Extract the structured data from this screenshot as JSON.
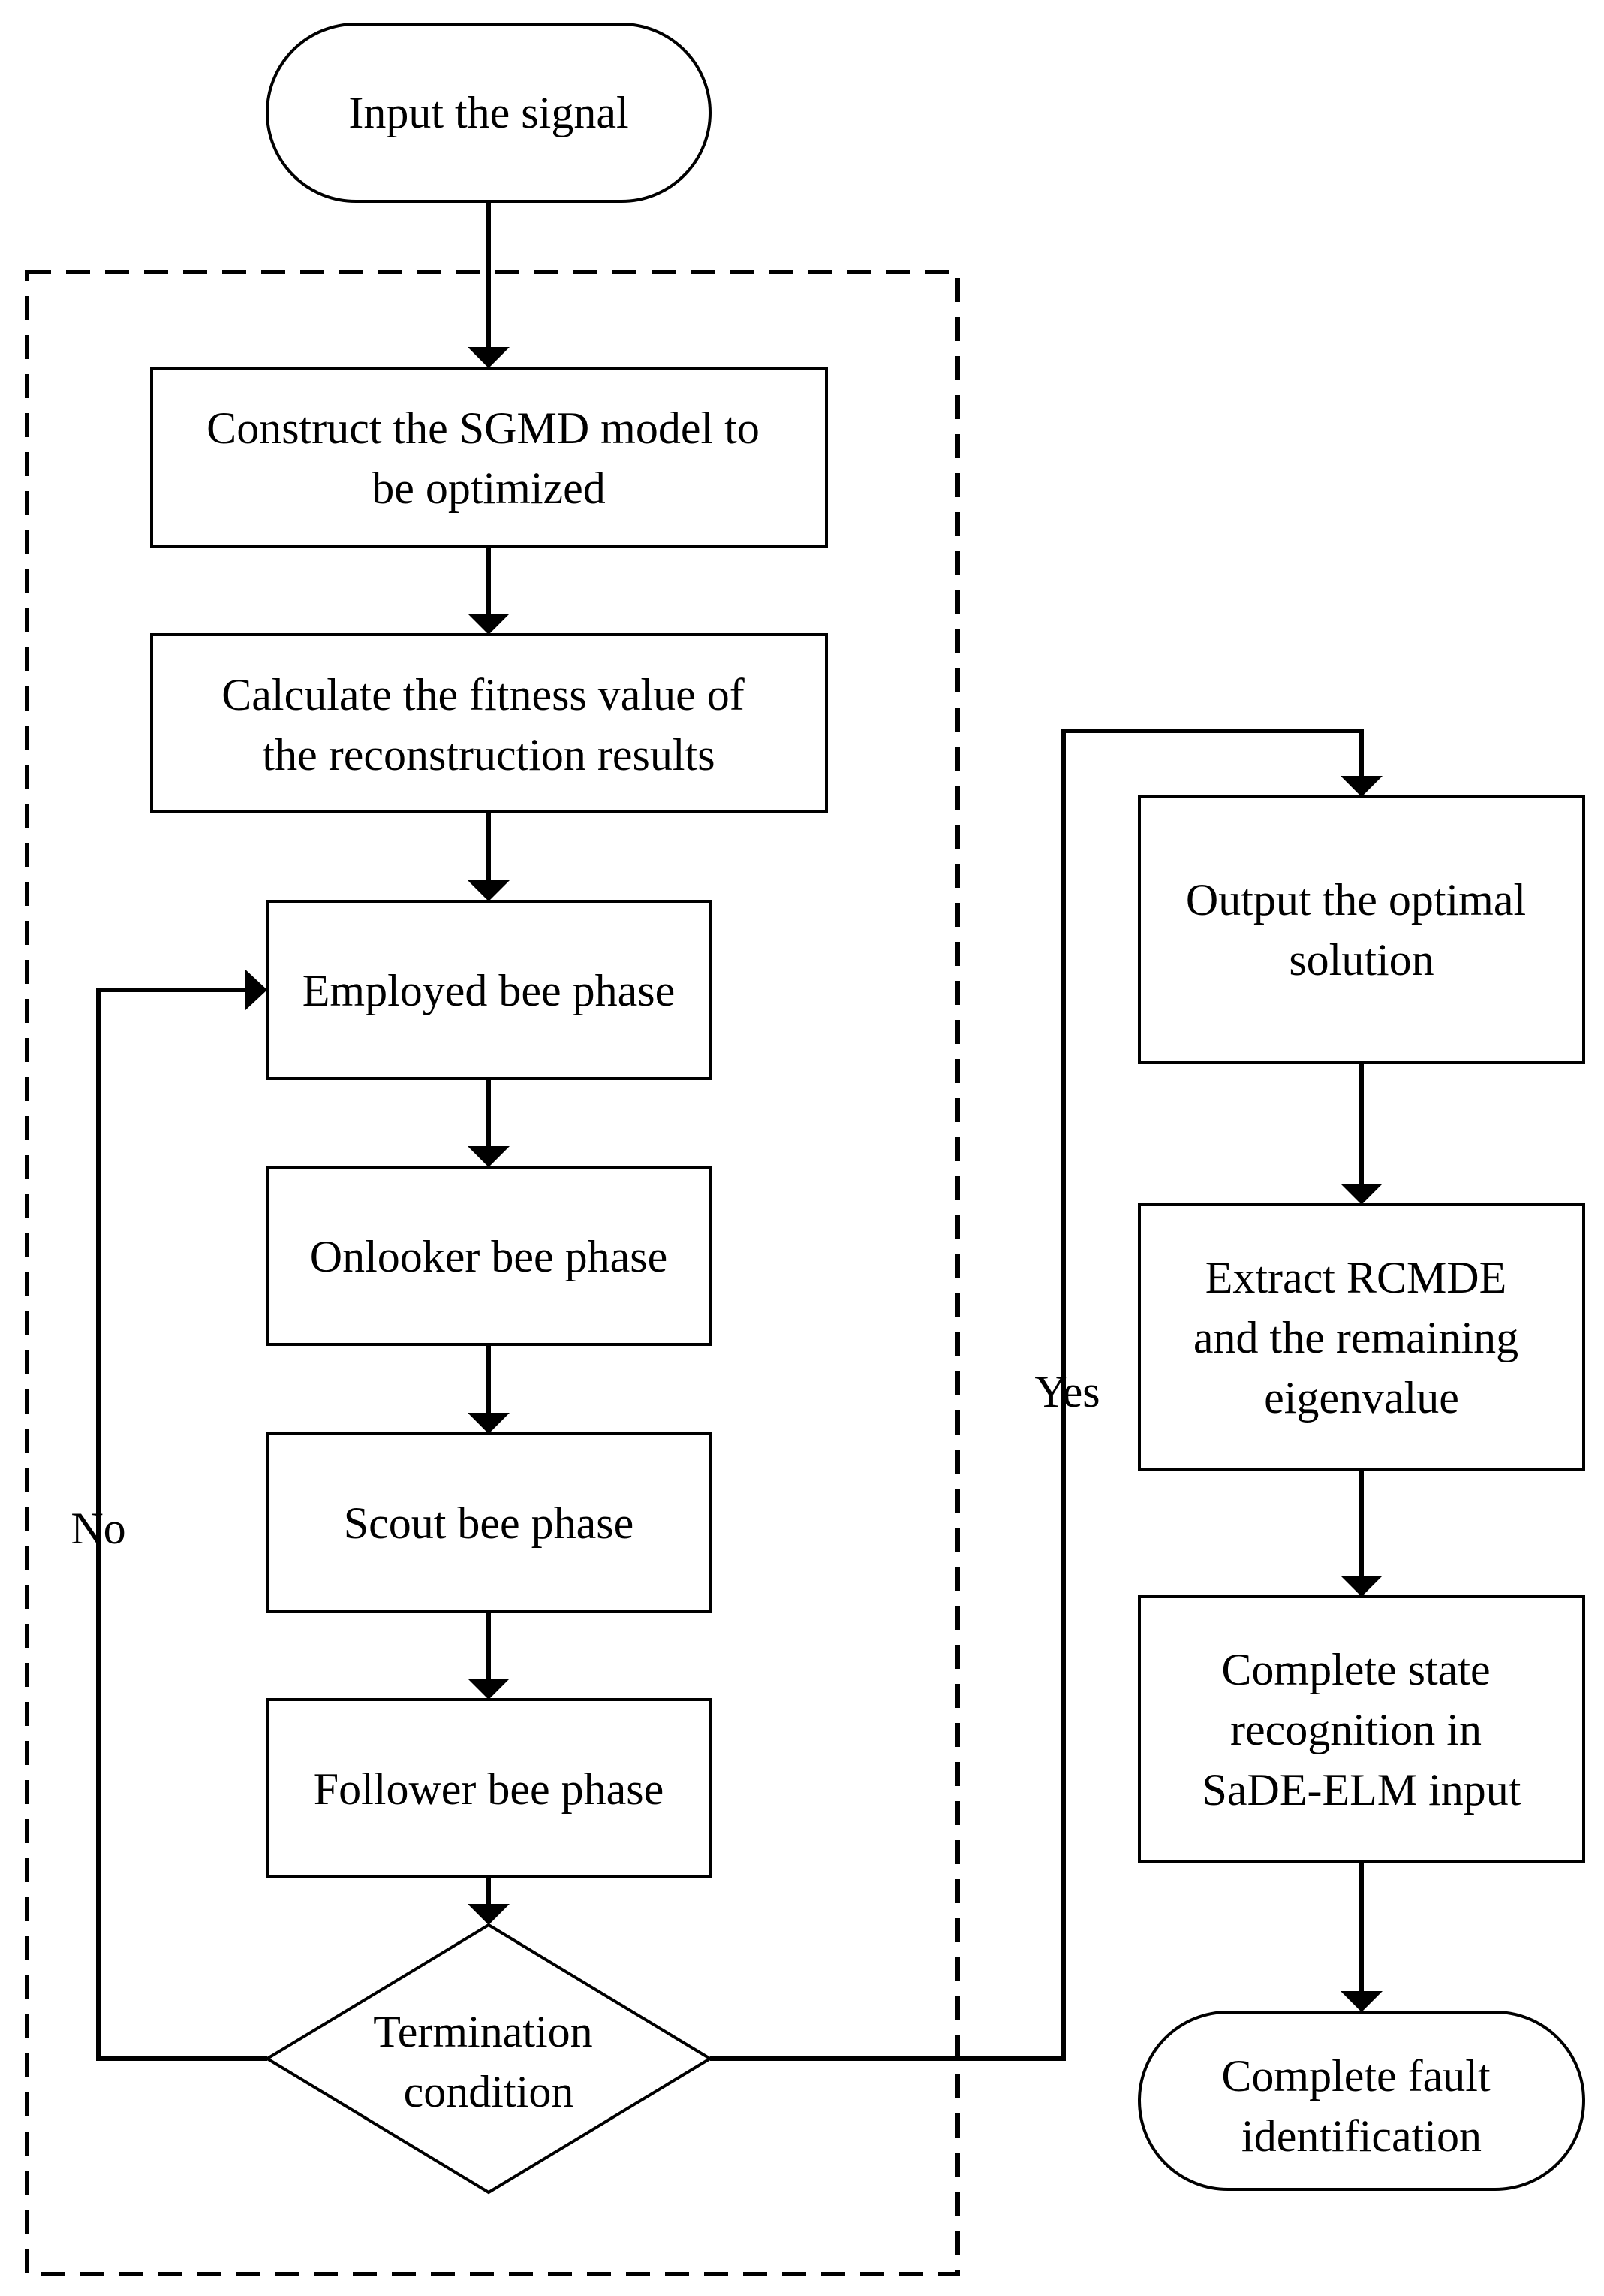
{
  "diagram": {
    "nodes": {
      "input": {
        "lines": [
          "Input the signal"
        ]
      },
      "construct": {
        "lines": [
          "Construct the SGMD model to",
          "be optimized"
        ]
      },
      "fitness": {
        "lines": [
          "Calculate the fitness value of",
          "the reconstruction results"
        ]
      },
      "employed": {
        "lines": [
          "Employed bee phase"
        ]
      },
      "onlooker": {
        "lines": [
          "Onlooker bee phase"
        ]
      },
      "scout": {
        "lines": [
          "Scout bee phase"
        ]
      },
      "follower": {
        "lines": [
          "Follower bee phase"
        ]
      },
      "termination": {
        "lines": [
          "Termination",
          "condition"
        ]
      },
      "output": {
        "lines": [
          "Output the optimal",
          "solution"
        ]
      },
      "extract": {
        "lines": [
          "Extract RCMDE",
          "and the remaining",
          "eigenvalue"
        ]
      },
      "recognition": {
        "lines": [
          "Complete state",
          "recognition in",
          "SaDE-ELM input"
        ]
      },
      "fault": {
        "lines": [
          "Complete fault",
          "identification"
        ]
      }
    },
    "edge_labels": {
      "no": "No",
      "yes": "Yes"
    }
  }
}
